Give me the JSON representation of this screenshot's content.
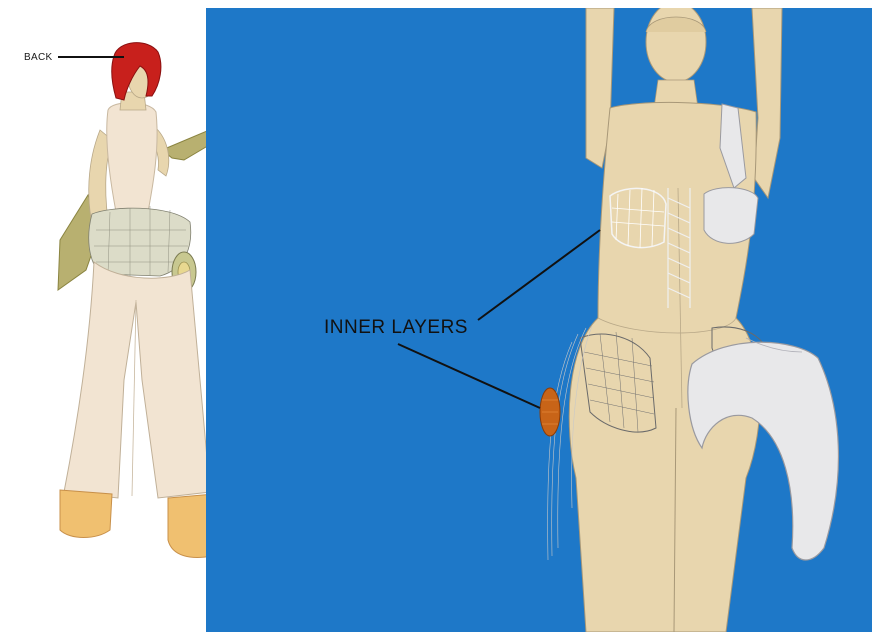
{
  "annotations": {
    "back_label": "BACK",
    "inner_layers_label": "INNER LAYERS"
  },
  "colors": {
    "backdrop_blue": "#1e78c8",
    "skin": "#e8d6ae",
    "garment": "#f2e4d2",
    "hair": "#c8201c",
    "sash": "#b8b070",
    "shoe": "#f0c070",
    "shell": "#e8e8ea",
    "mesh": "#6a6a6a",
    "pod": "#c86418"
  },
  "figures": {
    "back_view": "fashion-avatar-back-view",
    "front_view": "fashion-avatar-front-view-with-inner-layers"
  }
}
